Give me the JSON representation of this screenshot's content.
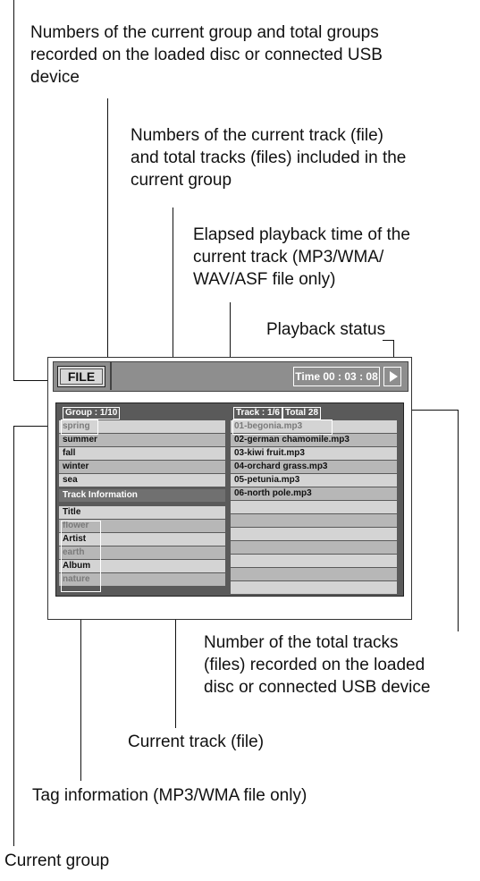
{
  "callouts": {
    "group_numbers": [
      "Numbers of the current group and total groups",
      "recorded on the loaded disc or connected USB",
      "device"
    ],
    "track_numbers": [
      "Numbers of the current track (file)",
      "and total tracks (files) included in the",
      "current group"
    ],
    "elapsed_time": [
      "Elapsed playback time of the",
      "current track (MP3/WMA/",
      "WAV/ASF file only)"
    ],
    "playback_status": "Playback status",
    "total_tracks": [
      "Number of the total tracks",
      "(files) recorded on the loaded",
      "disc or connected USB device"
    ],
    "current_track": "Current track (file)",
    "tag_info": "Tag information (MP3/WMA file only)",
    "current_group": "Current group"
  },
  "screen": {
    "file_label": "FILE",
    "time_label": "Time  00 : 03 : 08",
    "playback_icon": "play-icon",
    "group_header": "Group : 1/10",
    "track_header": "Track : 1/6",
    "total_header": "Total 28",
    "groups": [
      "spring",
      "summer",
      "fall",
      "winter",
      "sea"
    ],
    "track_info_label": "Track Information",
    "tag_rows": [
      "Title",
      "flower",
      "Artist",
      "earth",
      "Album",
      "nature"
    ],
    "tracks": [
      "01-begonia.mp3",
      "02-german chamomile.mp3",
      "03-kiwi fruit.mp3",
      "04-orchard grass.mp3",
      "05-petunia.mp3",
      "06-north pole.mp3"
    ]
  }
}
